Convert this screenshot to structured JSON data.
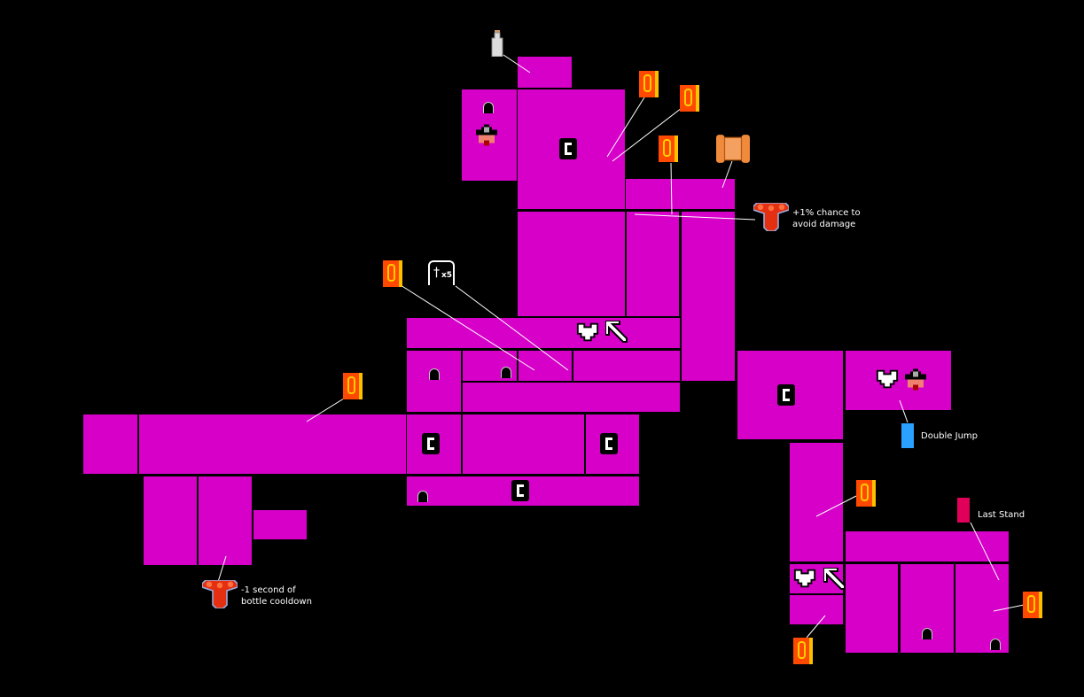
{
  "map": {
    "room_color": "#d600c8",
    "background": "#000000",
    "annotations": [
      {
        "id": "relic-top",
        "text_line1": "+1% chance to",
        "text_line2": "avoid damage"
      },
      {
        "id": "relic-bottom",
        "text_line1": "-1 second of",
        "text_line2": "bottle cooldown"
      },
      {
        "id": "card-double-jump",
        "text": "Double Jump",
        "color": "#2aa0ff"
      },
      {
        "id": "card-last-stand",
        "text": "Last Stand",
        "color": "#e0005a"
      }
    ],
    "tombstone_count": "x5"
  }
}
